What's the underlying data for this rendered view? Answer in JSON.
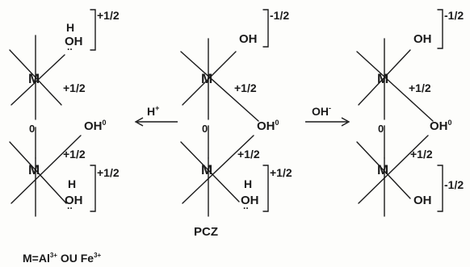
{
  "metal_symbol": "M",
  "bridge_label": "0",
  "pcz_label": "PCZ",
  "bottom_note": {
    "prefix": "M=Al",
    "sup1": "3+",
    "middle": " OU Fe",
    "sup2": "3+"
  },
  "arrow_left": {
    "label": "H",
    "sup": "+"
  },
  "arrow_right": {
    "label": "OH",
    "sup": "-"
  },
  "left_structure": {
    "top_group": {
      "h": "H",
      "base": "OH",
      "dots": "..",
      "charge": "+1/2"
    },
    "upper_metal_charge": "+1/2",
    "bridge_oh": {
      "base": "OH",
      "sup": "0"
    },
    "lower_metal_charge": "+1/2",
    "bottom_group": {
      "h": "H",
      "base": "OH",
      "dots": "..",
      "charge": "+1/2"
    }
  },
  "center_structure": {
    "top_group": {
      "base": "OH",
      "charge": "-1/2"
    },
    "upper_metal_charge": "+1/2",
    "bridge_oh": {
      "base": "OH",
      "sup": "0"
    },
    "lower_metal_charge": "+1/2",
    "bottom_group": {
      "h": "H",
      "base": "OH",
      "dots": "..",
      "charge": "+1/2"
    }
  },
  "right_structure": {
    "top_group": {
      "base": "OH",
      "charge": "-1/2"
    },
    "upper_metal_charge": "+1/2",
    "bridge_oh": {
      "base": "OH",
      "sup": "0"
    },
    "lower_metal_charge": "+1/2",
    "bottom_group": {
      "base": "OH",
      "charge": "-1/2"
    }
  }
}
